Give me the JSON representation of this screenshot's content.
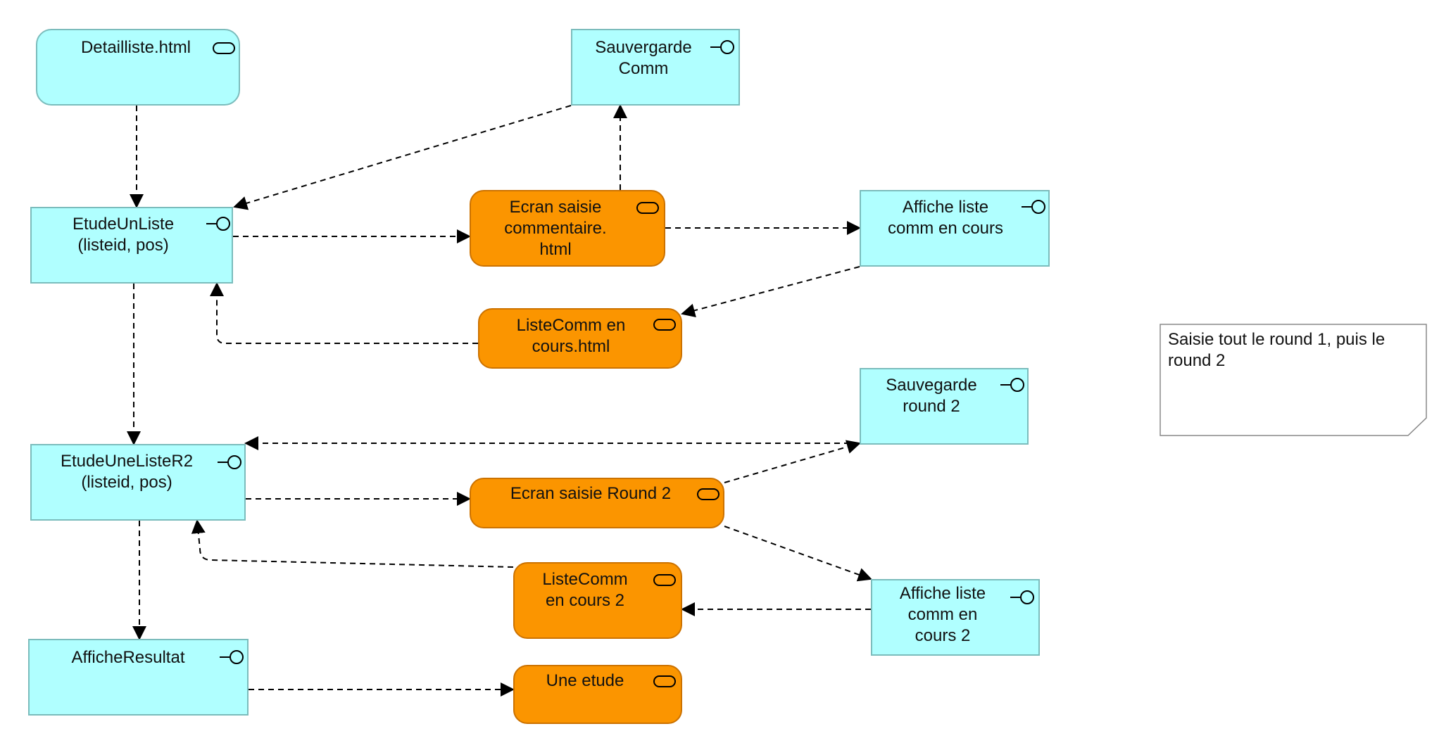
{
  "nodes": {
    "detailliste": {
      "label": "Detailliste.html",
      "icon": "interface-icon"
    },
    "sauvegarde_comm": {
      "label": "Sauvergarde\nComm",
      "icon": "lollipop-icon"
    },
    "etude_un_liste": {
      "label": "EtudeUnListe\n(listeid, pos)",
      "icon": "lollipop-icon"
    },
    "ecran_saisie_commentaire": {
      "label": "Ecran saisie\ncommentaire.\nhtml",
      "icon": "interface-icon"
    },
    "affiche_liste_comm": {
      "label": "Affiche liste\ncomm en cours",
      "icon": "lollipop-icon"
    },
    "liste_comm_en_cours": {
      "label": "ListeComm en\ncours.html",
      "icon": "interface-icon"
    },
    "sauvegarde_round2": {
      "label": "Sauvegarde\nround 2",
      "icon": "lollipop-icon"
    },
    "etude_une_liste_r2": {
      "label": "EtudeUneListeR2\n(listeid, pos)",
      "icon": "lollipop-icon"
    },
    "ecran_saisie_round2": {
      "label": "Ecran saisie Round 2",
      "icon": "interface-icon"
    },
    "liste_comm_en_cours2": {
      "label": "ListeComm\nen cours 2",
      "icon": "interface-icon"
    },
    "affiche_liste_comm2": {
      "label": "Affiche liste\ncomm en\ncours 2",
      "icon": "lollipop-icon"
    },
    "affiche_resultat": {
      "label": "AfficheResultat",
      "icon": "lollipop-icon"
    },
    "une_etude": {
      "label": "Une etude",
      "icon": "interface-icon"
    }
  },
  "note": {
    "text": "Saisie tout le round 1, puis le round 2"
  },
  "colors": {
    "service_fill": "#b0ffff",
    "service_stroke": "#7bbcbc",
    "screen_fill": "#fb9500",
    "screen_stroke": "#cc7200",
    "edge": "#000000"
  },
  "edges": [
    {
      "from": "detailliste",
      "to": "etude_un_liste",
      "style": "dashed"
    },
    {
      "from": "sauvegarde_comm",
      "to": "etude_un_liste",
      "style": "dashed"
    },
    {
      "from": "ecran_saisie_commentaire",
      "to": "sauvegarde_comm",
      "style": "dashed"
    },
    {
      "from": "etude_un_liste",
      "to": "ecran_saisie_commentaire",
      "style": "dashed"
    },
    {
      "from": "ecran_saisie_commentaire",
      "to": "affiche_liste_comm",
      "style": "dashed"
    },
    {
      "from": "affiche_liste_comm",
      "to": "liste_comm_en_cours",
      "style": "dashed"
    },
    {
      "from": "liste_comm_en_cours",
      "to": "etude_un_liste",
      "style": "dashed"
    },
    {
      "from": "etude_un_liste",
      "to": "etude_une_liste_r2",
      "style": "dashed"
    },
    {
      "from": "sauvegarde_round2",
      "to": "etude_une_liste_r2",
      "style": "dashed"
    },
    {
      "from": "etude_une_liste_r2",
      "to": "ecran_saisie_round2",
      "style": "dashed"
    },
    {
      "from": "ecran_saisie_round2",
      "to": "sauvegarde_round2",
      "style": "dashed"
    },
    {
      "from": "ecran_saisie_round2",
      "to": "affiche_liste_comm2",
      "style": "dashed"
    },
    {
      "from": "affiche_liste_comm2",
      "to": "liste_comm_en_cours2",
      "style": "dashed"
    },
    {
      "from": "liste_comm_en_cours2",
      "to": "etude_une_liste_r2",
      "style": "dashed"
    },
    {
      "from": "etude_une_liste_r2",
      "to": "affiche_resultat",
      "style": "dashed"
    },
    {
      "from": "affiche_resultat",
      "to": "une_etude",
      "style": "dashed"
    }
  ]
}
